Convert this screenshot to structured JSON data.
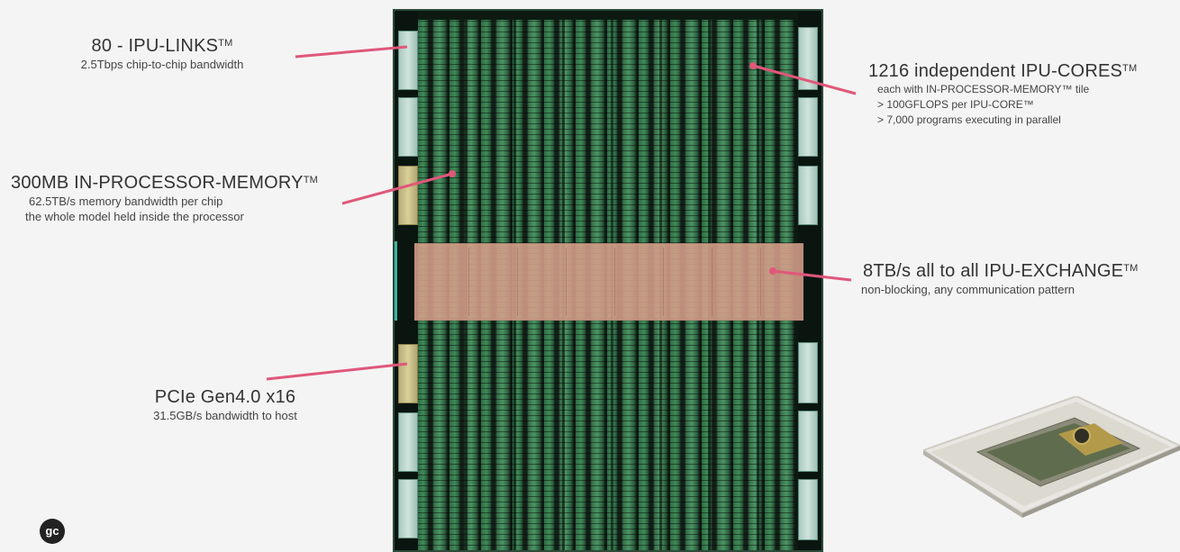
{
  "callouts": {
    "ipu_links": {
      "title": "80 - IPU-LINKS",
      "tm": "TM",
      "sub": "2.5Tbps chip-to-chip bandwidth"
    },
    "memory": {
      "title": "300MB IN-PROCESSOR-MEMORY",
      "tm": "TM",
      "sub1": "62.5TB/s memory bandwidth per chip",
      "sub2": "the whole model held inside the processor"
    },
    "pcie": {
      "title": "PCIe Gen4.0 x16",
      "sub": "31.5GB/s bandwidth  to host"
    },
    "cores": {
      "title": "1216 independent IPU-CORES",
      "tm": "TM",
      "sub1": "each with IN-PROCESSOR-MEMORY™ tile",
      "sub2": "> 100GFLOPS per IPU-CORE™",
      "sub3": "> 7,000 programs executing in parallel"
    },
    "exchange": {
      "title": "8TB/s all to all IPU-EXCHANGE",
      "tm": "TM",
      "sub": "non-blocking, any communication pattern"
    }
  },
  "logo": {
    "text": "gc",
    "icon": "graphcore-logo-icon"
  },
  "colors": {
    "callout_line": "#e0577a",
    "exchange_fill": "#d69e8a",
    "die_green": "#3f8a58",
    "link_block": "#cfe3dc",
    "memory_block": "#d9cf97"
  }
}
